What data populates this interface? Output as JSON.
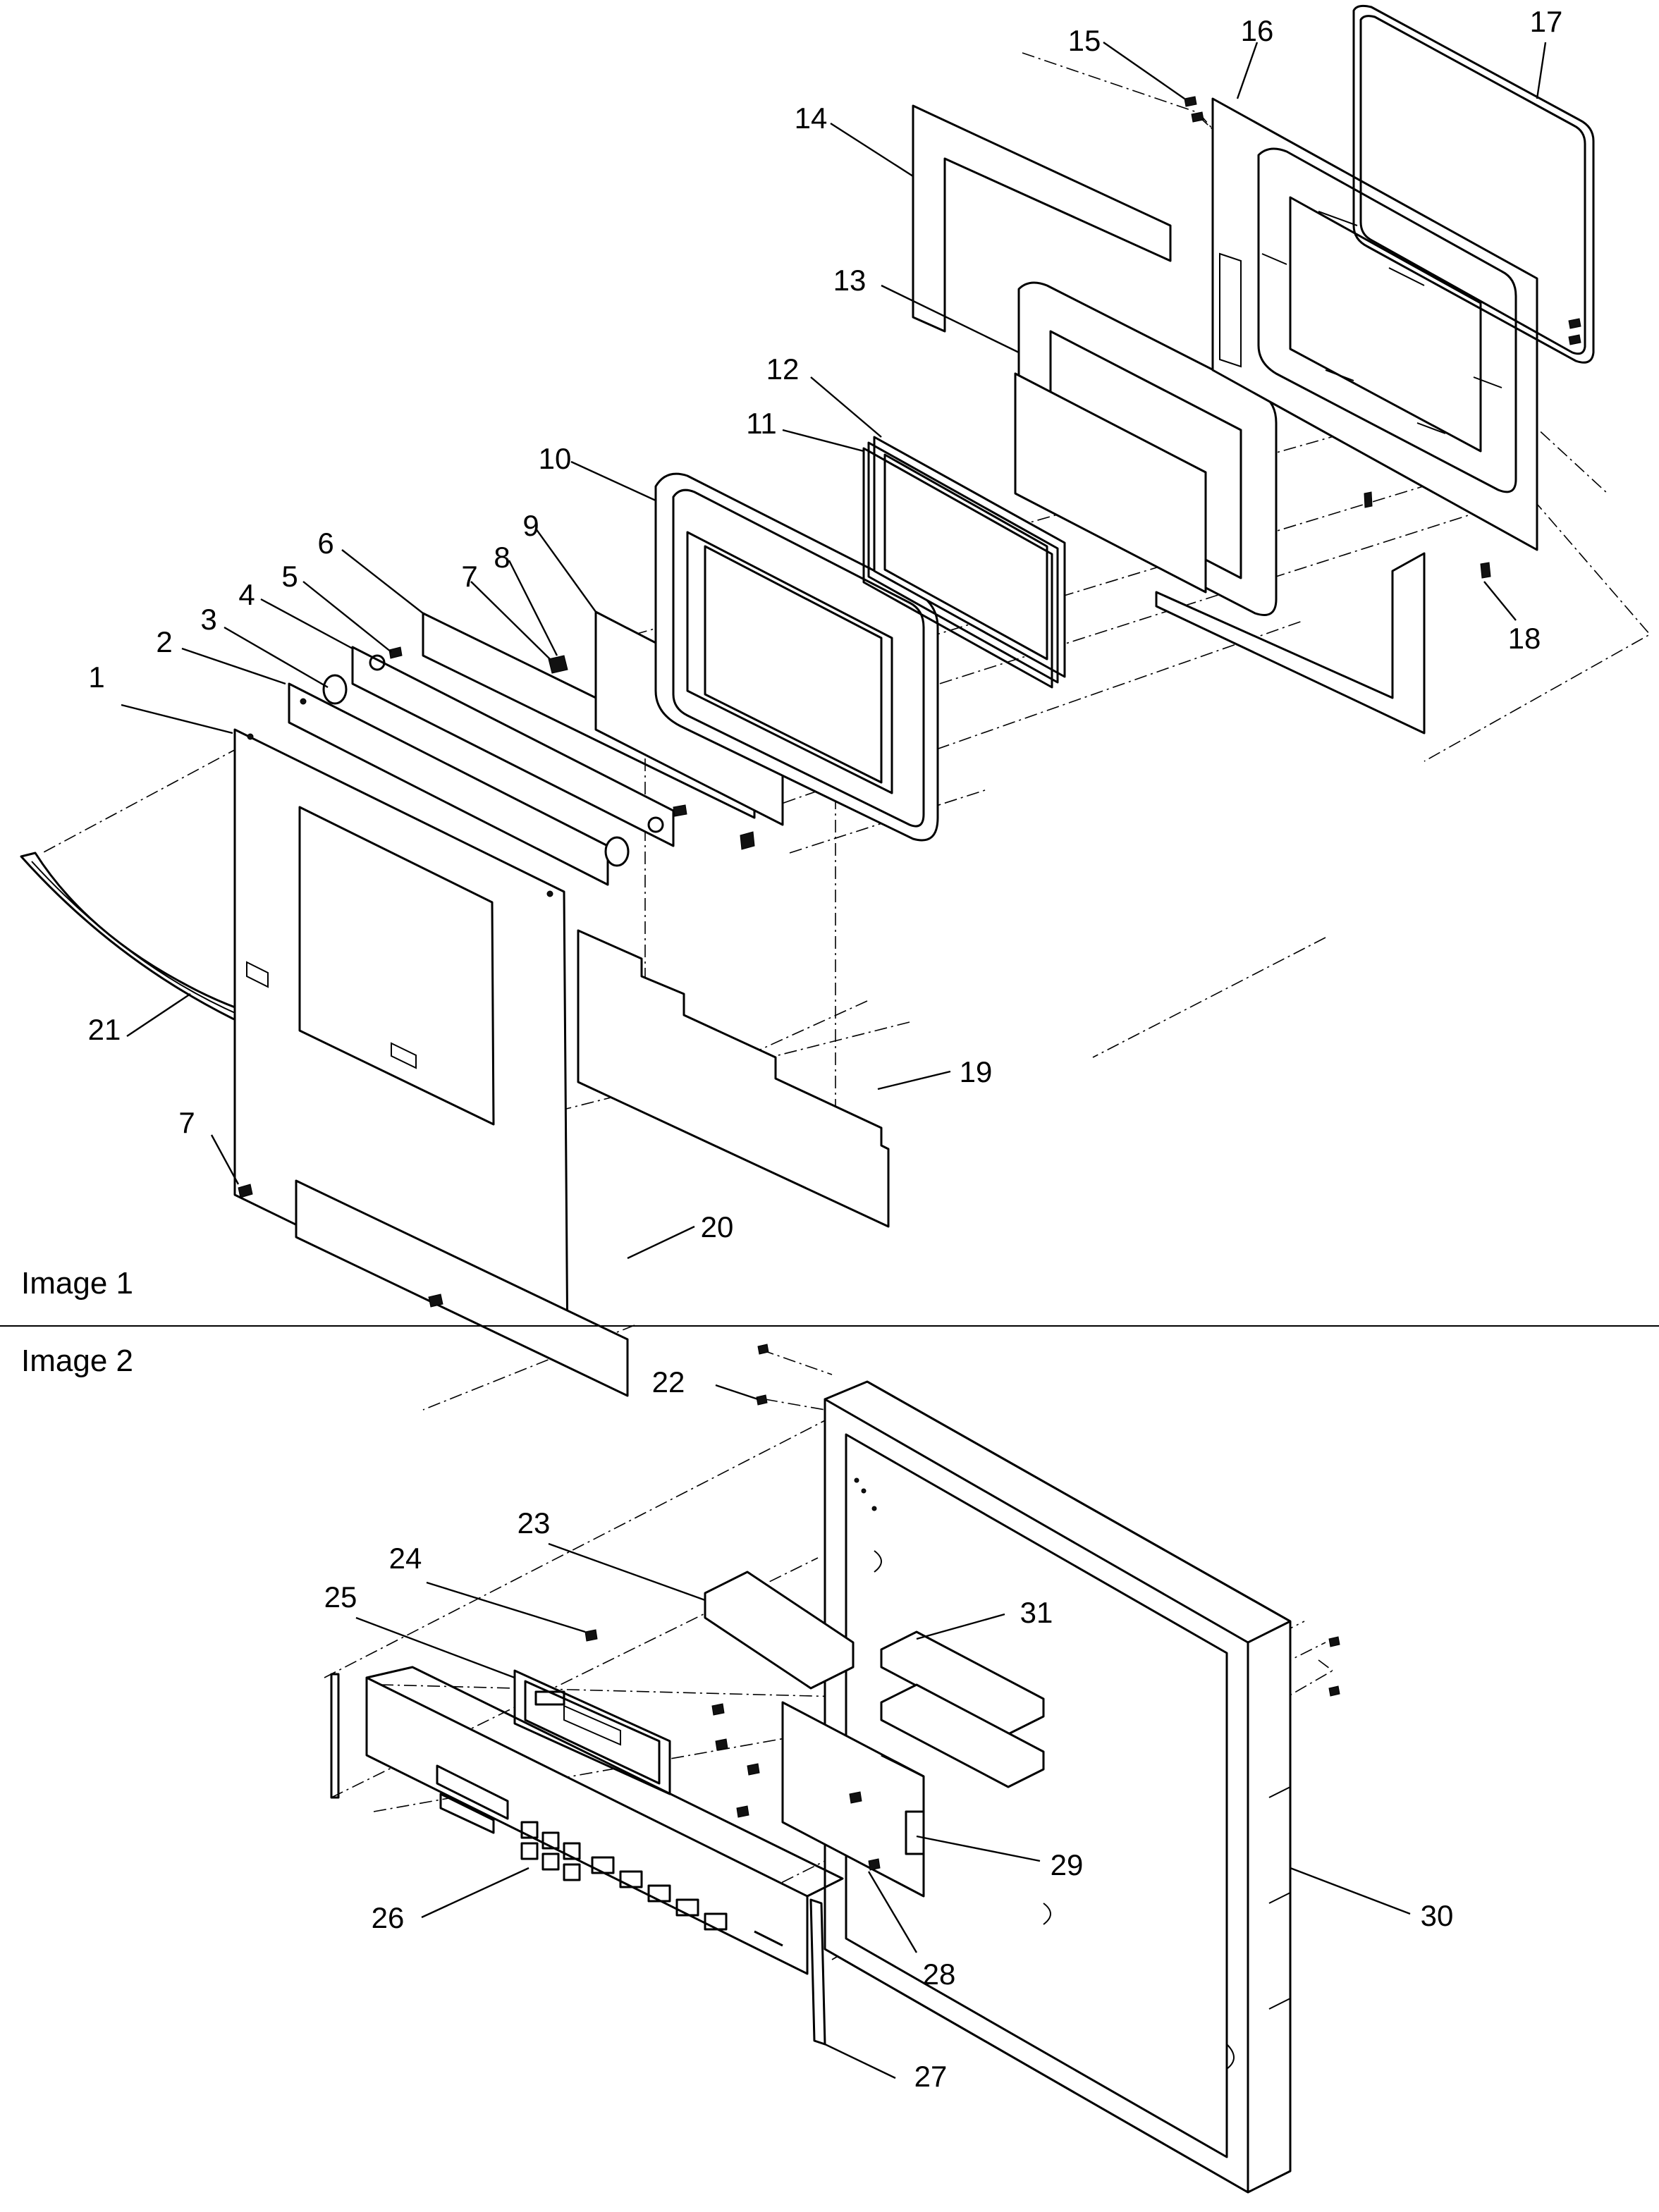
{
  "images": [
    {
      "caption": "Image 1",
      "callouts": [
        "1",
        "2",
        "3",
        "4",
        "5",
        "6",
        "7",
        "8",
        "9",
        "10",
        "11",
        "12",
        "13",
        "14",
        "15",
        "16",
        "17",
        "18",
        "19",
        "20",
        "21",
        "7"
      ]
    },
    {
      "caption": "Image 2",
      "callouts": [
        "22",
        "23",
        "24",
        "25",
        "26",
        "27",
        "28",
        "29",
        "30",
        "31"
      ]
    }
  ],
  "colors": {
    "line": "#000000",
    "background": "#ffffff"
  }
}
